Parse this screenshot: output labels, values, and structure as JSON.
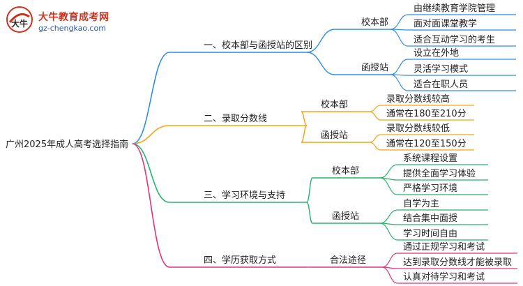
{
  "logo": {
    "title": "大牛教育成考网",
    "url": "gz-chengkao.com",
    "badge_text": "大牛"
  },
  "root": "广州2025年成人高考选择指南",
  "colors": {
    "branch1": "#2f8de4",
    "branch2": "#f2a516",
    "branch3": "#26b56a",
    "branch4": "#e4317a",
    "logo_red": "#d0311f",
    "logo_blue": "#2a5aa8"
  },
  "branches": [
    {
      "label": "一、校本部与函授站的区别",
      "children": [
        {
          "label": "校本部",
          "leaves": [
            "由继续教育学院管理",
            "面对面课堂教学",
            "适合互动学习的考生"
          ]
        },
        {
          "label": "函授站",
          "leaves": [
            "设立在外地",
            "灵活学习模式",
            "适合在职人员"
          ]
        }
      ]
    },
    {
      "label": "二、录取分数线",
      "children": [
        {
          "label": "校本部",
          "leaves": [
            "录取分数线较高",
            "通常在180至210分"
          ]
        },
        {
          "label": "函授站",
          "leaves": [
            "录取分数线较低",
            "通常在120至150分"
          ]
        }
      ]
    },
    {
      "label": "三、学习环境与支持",
      "children": [
        {
          "label": "校本部",
          "leaves": [
            "系统课程设置",
            "提供全面学习体验",
            "严格学习环境"
          ]
        },
        {
          "label": "函授站",
          "leaves": [
            "自学为主",
            "结合集中面授",
            "学习时间自由"
          ]
        }
      ]
    },
    {
      "label": "四、学历获取方式",
      "children": [
        {
          "label": "合法途径",
          "leaves": [
            "通过正规学习和考试",
            "达到录取分数线才能被录取",
            "认真对待学习和考试"
          ]
        }
      ]
    }
  ]
}
